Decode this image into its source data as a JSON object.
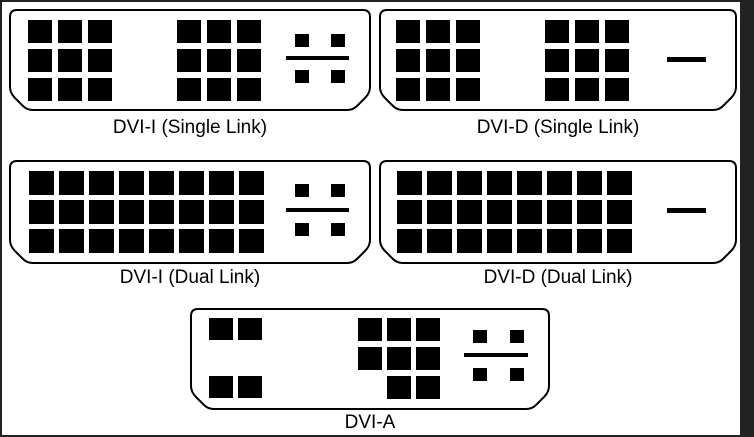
{
  "connectors": [
    {
      "id": "dvi-i-single",
      "label": "DVI-I (Single Link)",
      "pin_layout": "single-link",
      "analog_pins": true
    },
    {
      "id": "dvi-d-single",
      "label": "DVI-D (Single Link)",
      "pin_layout": "single-link",
      "analog_pins": false
    },
    {
      "id": "dvi-i-dual",
      "label": "DVI-I (Dual Link)",
      "pin_layout": "dual-link",
      "analog_pins": true
    },
    {
      "id": "dvi-d-dual",
      "label": "DVI-D (Dual Link)",
      "pin_layout": "dual-link",
      "analog_pins": false
    },
    {
      "id": "dvi-a",
      "label": "DVI-A",
      "pin_layout": "analog-only",
      "analog_pins": true
    }
  ],
  "colors": {
    "outline": "#000000",
    "pin": "#000000",
    "background": "#ffffff",
    "frame": "#222222"
  }
}
